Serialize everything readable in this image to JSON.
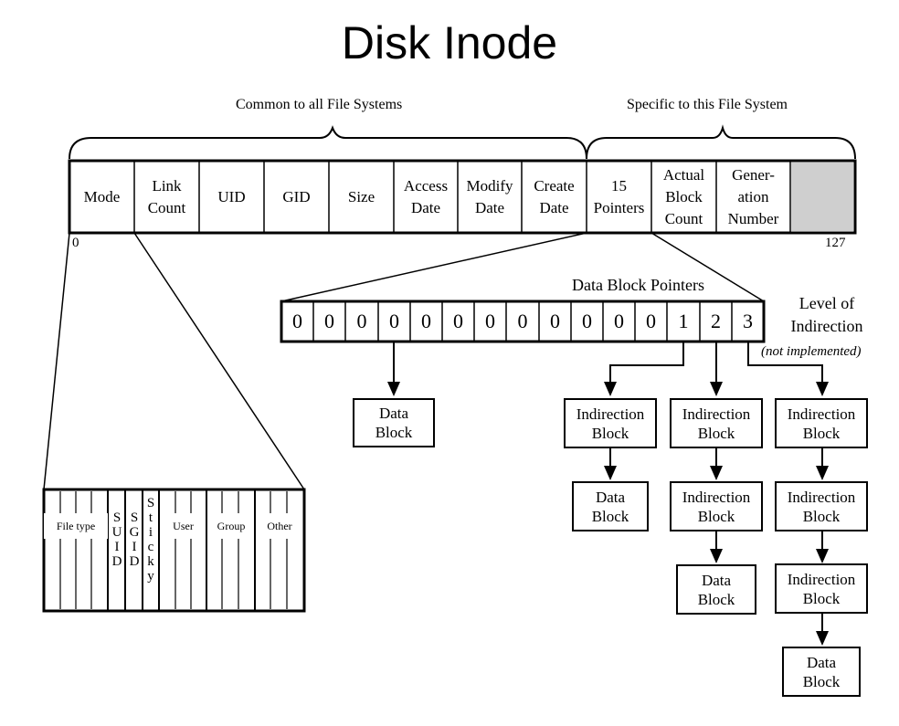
{
  "title": "Disk Inode",
  "bracket_labels": {
    "common": "Common to all File Systems",
    "specific": "Specific to this File System"
  },
  "inode_fields": [
    "Mode",
    "Link\nCount",
    "UID",
    "GID",
    "Size",
    "Access\nDate",
    "Modify\nDate",
    "Create\nDate",
    "15\nPointers",
    "Actual\nBlock\nCount",
    "Gener-\nation\nNumber"
  ],
  "offsets": {
    "start": "0",
    "end": "127"
  },
  "pointers_title": "Data Block Pointers",
  "pointer_levels": [
    "0",
    "0",
    "0",
    "0",
    "0",
    "0",
    "0",
    "0",
    "0",
    "0",
    "0",
    "0",
    "1",
    "2",
    "3"
  ],
  "level_label": "Level of\nIndirection",
  "not_implemented": "(not implemented)",
  "blocks": {
    "data": "Data\nBlock",
    "indirection": "Indirection\nBlock"
  },
  "mode_bits": {
    "file_type": "File type",
    "suid": "S\nU\nI\nD",
    "sgid": "S\nG\nI\nD",
    "sticky": "S\nt\ni\nc\nk\ny",
    "user": "User",
    "group": "Group",
    "other": "Other"
  }
}
